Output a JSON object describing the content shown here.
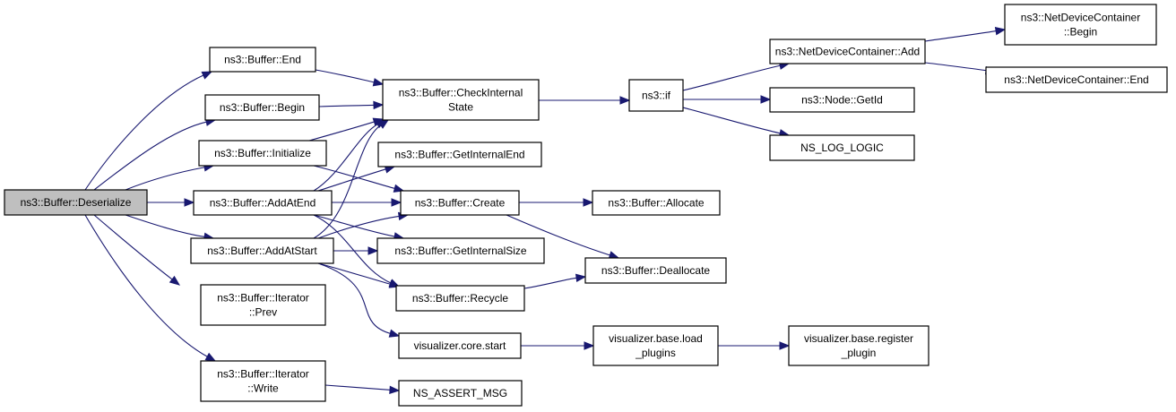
{
  "graph": {
    "type": "call-graph",
    "edge_color": "#191970",
    "node_fill": "#ffffff",
    "root_fill": "#bfbfbf",
    "nodes": [
      {
        "id": "deserialize",
        "lines": [
          "ns3::Buffer::Deserialize"
        ],
        "root": true
      },
      {
        "id": "end",
        "lines": [
          "ns3::Buffer::End"
        ]
      },
      {
        "id": "begin",
        "lines": [
          "ns3::Buffer::Begin"
        ]
      },
      {
        "id": "initialize",
        "lines": [
          "ns3::Buffer::Initialize"
        ]
      },
      {
        "id": "addatend",
        "lines": [
          "ns3::Buffer::AddAtEnd"
        ]
      },
      {
        "id": "addatstart",
        "lines": [
          "ns3::Buffer::AddAtStart"
        ]
      },
      {
        "id": "iterprev",
        "lines": [
          "ns3::Buffer::Iterator",
          "::Prev"
        ]
      },
      {
        "id": "iterwrite",
        "lines": [
          "ns3::Buffer::Iterator",
          "::Write"
        ]
      },
      {
        "id": "checkstate",
        "lines": [
          "ns3::Buffer::CheckInternal",
          "State"
        ]
      },
      {
        "id": "getinternalend",
        "lines": [
          "ns3::Buffer::GetInternalEnd"
        ]
      },
      {
        "id": "create",
        "lines": [
          "ns3::Buffer::Create"
        ]
      },
      {
        "id": "getinternalsize",
        "lines": [
          "ns3::Buffer::GetInternalSize"
        ]
      },
      {
        "id": "recycle",
        "lines": [
          "ns3::Buffer::Recycle"
        ]
      },
      {
        "id": "corestart",
        "lines": [
          "visualizer.core.start"
        ]
      },
      {
        "id": "assertmsg",
        "lines": [
          "NS_ASSERT_MSG"
        ]
      },
      {
        "id": "nsif",
        "lines": [
          "ns3::if"
        ]
      },
      {
        "id": "allocate",
        "lines": [
          "ns3::Buffer::Allocate"
        ]
      },
      {
        "id": "deallocate",
        "lines": [
          "ns3::Buffer::Deallocate"
        ]
      },
      {
        "id": "loadplugins",
        "lines": [
          "visualizer.base.load",
          "_plugins"
        ]
      },
      {
        "id": "registerplugin",
        "lines": [
          "visualizer.base.register",
          "_plugin"
        ]
      },
      {
        "id": "ndcadd",
        "lines": [
          "ns3::NetDeviceContainer::Add"
        ]
      },
      {
        "id": "getid",
        "lines": [
          "ns3::Node::GetId"
        ]
      },
      {
        "id": "loglogic",
        "lines": [
          "NS_LOG_LOGIC"
        ]
      },
      {
        "id": "ndcbegin",
        "lines": [
          "ns3::NetDeviceContainer",
          "::Begin"
        ]
      },
      {
        "id": "ndcend",
        "lines": [
          "ns3::NetDeviceContainer::End"
        ]
      }
    ],
    "edges": [
      {
        "from": "deserialize",
        "to": "end"
      },
      {
        "from": "deserialize",
        "to": "begin"
      },
      {
        "from": "deserialize",
        "to": "initialize"
      },
      {
        "from": "deserialize",
        "to": "addatend"
      },
      {
        "from": "deserialize",
        "to": "addatstart"
      },
      {
        "from": "deserialize",
        "to": "iterprev"
      },
      {
        "from": "deserialize",
        "to": "iterwrite"
      },
      {
        "from": "end",
        "to": "checkstate"
      },
      {
        "from": "begin",
        "to": "checkstate"
      },
      {
        "from": "initialize",
        "to": "checkstate"
      },
      {
        "from": "initialize",
        "to": "create"
      },
      {
        "from": "addatend",
        "to": "checkstate"
      },
      {
        "from": "addatend",
        "to": "getinternalend"
      },
      {
        "from": "addatend",
        "to": "create"
      },
      {
        "from": "addatend",
        "to": "getinternalsize"
      },
      {
        "from": "addatend",
        "to": "recycle"
      },
      {
        "from": "addatstart",
        "to": "checkstate"
      },
      {
        "from": "addatstart",
        "to": "create"
      },
      {
        "from": "addatstart",
        "to": "getinternalsize"
      },
      {
        "from": "addatstart",
        "to": "recycle"
      },
      {
        "from": "addatstart",
        "to": "corestart"
      },
      {
        "from": "iterwrite",
        "to": "assertmsg"
      },
      {
        "from": "checkstate",
        "to": "nsif"
      },
      {
        "from": "create",
        "to": "allocate"
      },
      {
        "from": "create",
        "to": "deallocate"
      },
      {
        "from": "recycle",
        "to": "deallocate"
      },
      {
        "from": "corestart",
        "to": "loadplugins"
      },
      {
        "from": "loadplugins",
        "to": "registerplugin"
      },
      {
        "from": "nsif",
        "to": "ndcadd"
      },
      {
        "from": "nsif",
        "to": "getid"
      },
      {
        "from": "nsif",
        "to": "loglogic"
      },
      {
        "from": "ndcadd",
        "to": "ndcbegin"
      },
      {
        "from": "ndcadd",
        "to": "ndcend"
      }
    ]
  }
}
